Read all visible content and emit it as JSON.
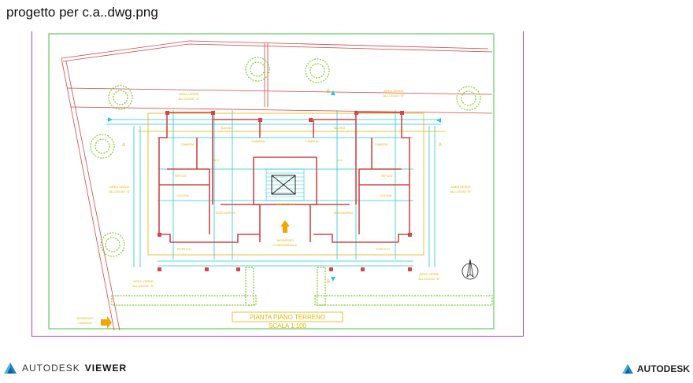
{
  "window": {
    "title": "progetto per c.a..dwg.png"
  },
  "drawing": {
    "title_main": "PIANTA PIANO TERRENO",
    "title_scale": "SCALA 1:100",
    "labels": {
      "area_verde_a_top": "AREA VERDE",
      "alloggio_a_top": "ALLOGGIO \"A\"",
      "area_verde_b_top": "AREA VERDE",
      "alloggio_b_top": "ALLOGGIO \"B\"",
      "area_verde_a_side": "AREA VERDE",
      "alloggio_a_side": "ALLOGGIO \"A\"",
      "area_verde_b_side": "AREA VERDE",
      "alloggio_b_side": "ALLOGGIO \"B\"",
      "area_verde_a_bottom": "AREA VERDE",
      "alloggio_a_bottom": "ALLOGGIO \"A\"",
      "area_verde_b_bottom": "AREA VERDE",
      "alloggio_b_bottom": "ALLOGGIO \"B\"",
      "bagno_left": "BAGNO",
      "bagno_right": "BAGNO",
      "camera_left": "CAMERA",
      "camera_mid_left": "CAMERA",
      "camera_mid_right": "CAMERA",
      "camera_right": "CAMERA",
      "wc_left": "W.C.",
      "wc_right": "W.C.",
      "ripost_left": "RIPOST.",
      "ripost_right": "RIPOST.",
      "cucina_left": "CUCINA",
      "cucina_right": "CUCINA",
      "vano_scala": "VANO SCALA",
      "soggiorno_left": "SOGGIORNO",
      "soggiorno_right": "SOGGIORNO",
      "ingresso": "INGRESSO",
      "condominiale": "CONDOMINIALE",
      "portico_left": "PORTICO",
      "portico_right": "PORTICO",
      "ingresso_carrabile_1": "INGRESSO",
      "ingresso_carrabile_2": "CARRAIO",
      "section_a_left": "A",
      "section_a_right": "A",
      "section_b_top": "B",
      "section_b_bottom": "B"
    }
  },
  "footer": {
    "brand_left": "AUTODESK",
    "product": "VIEWER",
    "brand_right": "AUTODESK"
  },
  "colors": {
    "frame_magenta": "#b23cb2",
    "frame_green": "#3ec43e",
    "wall_red": "#d24646",
    "dim_cyan": "#22c8d8",
    "text_yellow": "#e0b400",
    "tree_green": "#7bcc2a"
  }
}
